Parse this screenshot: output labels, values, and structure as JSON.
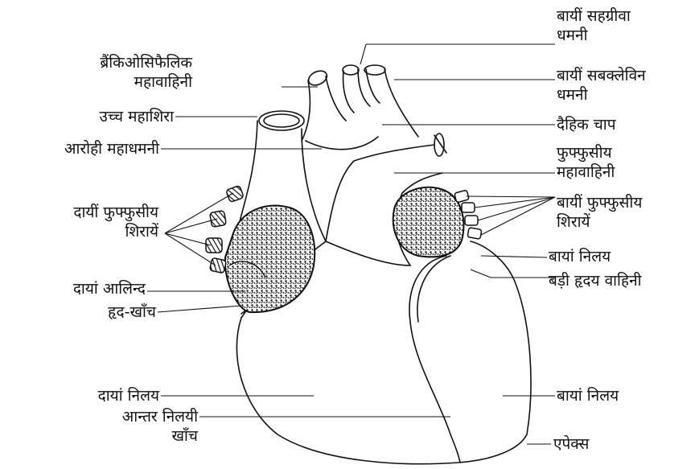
{
  "diagram": {
    "labels": {
      "left_common_carotid": [
        "बायीं सहग्रीवा",
        "धमनी"
      ],
      "brachiocephalic": [
        "ब्रैंकिओसिफैलिक",
        "महावाहिनी"
      ],
      "left_subclavian": [
        "बायीं सबक्लेविन",
        "धमनी"
      ],
      "superior_vena_cava": [
        "उच्च महाशिरा"
      ],
      "aortic_arch": [
        "दैहिक चाप"
      ],
      "ascending_aorta": [
        "आरोही महाधमनी"
      ],
      "pulmonary_trunk": [
        "फुफ्फुसीय",
        "महावाहिनी"
      ],
      "right_pulmonary_veins": [
        "दायीं फुफ्फुसीय",
        "शिरायें"
      ],
      "left_pulmonary_veins": [
        "बायीं फुफ्फुसीय",
        "शिरायें"
      ],
      "left_auricle": [
        "बायां निलय"
      ],
      "right_atrium": [
        "दायां आलिन्द"
      ],
      "great_cardiac_vein": [
        "बड़ी हृदय वाहिनी"
      ],
      "coronary_sulcus": [
        "हृद-खाँच"
      ],
      "right_ventricle": [
        "दायां निलय"
      ],
      "left_ventricle": [
        "बायां निलय"
      ],
      "interventricular_sulcus": [
        "आन्तर निलयी",
        "खाँच"
      ],
      "apex": [
        "एपेक्स"
      ]
    }
  }
}
